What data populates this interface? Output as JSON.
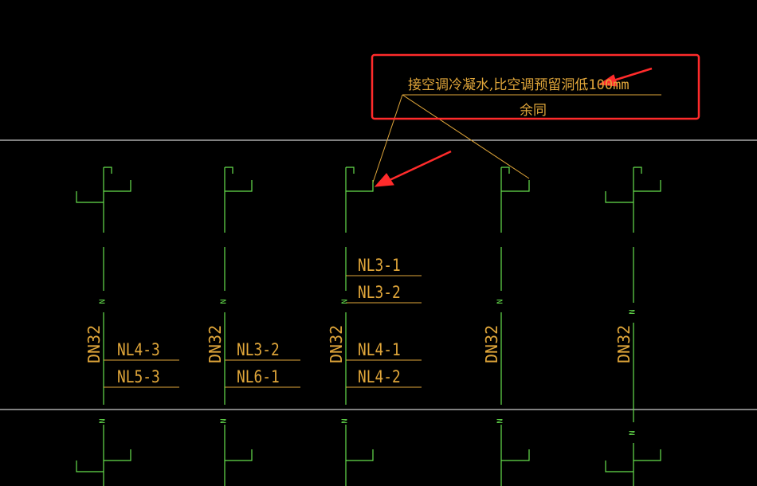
{
  "columns": [
    {
      "id": "c1",
      "labels": [
        "NL4-3",
        "NL5-3"
      ],
      "size": "DN32"
    },
    {
      "id": "c2",
      "labels": [
        "NL3-2",
        "NL6-1"
      ],
      "size": "DN32"
    },
    {
      "id": "c3",
      "top_labels": [
        "NL3-1",
        "NL3-2"
      ],
      "labels": [
        "NL4-1",
        "NL4-2"
      ],
      "size": "DN32"
    },
    {
      "id": "c4",
      "labels": [],
      "size": "DN32"
    },
    {
      "id": "c5",
      "labels": [],
      "size": "DN32"
    }
  ],
  "flow_mark": "N",
  "annotation": {
    "line1_cn": "接空调冷凝水,比空调预留洞低",
    "line1_value": "100mm",
    "line2": "余同"
  },
  "colors": {
    "background": "#000000",
    "pipe": "#66e04d",
    "text": "#e0a63a",
    "floor_line": "#ffffff",
    "highlight": "#ff2b2b"
  }
}
